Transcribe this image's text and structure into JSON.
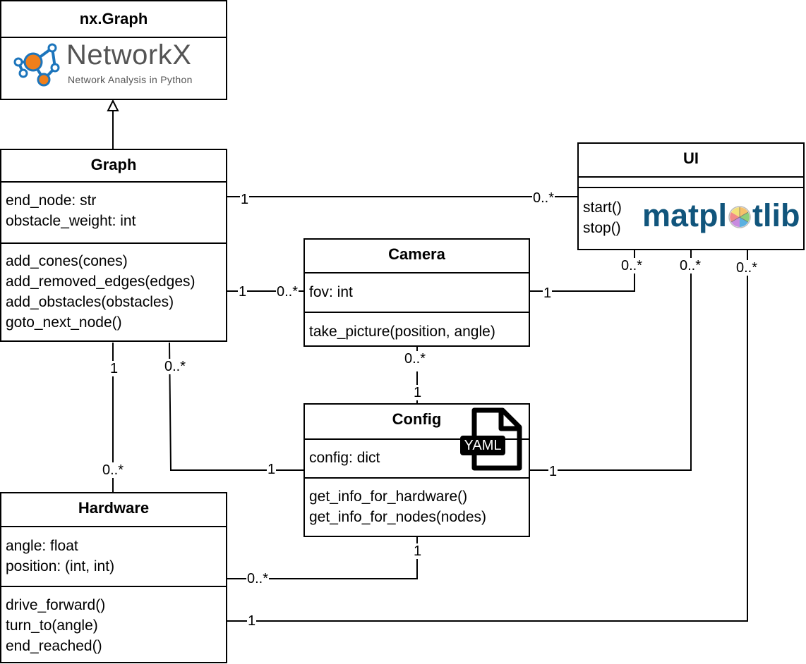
{
  "classes": {
    "nxgraph": {
      "name": "nx.Graph",
      "logo": {
        "text": "NetworkX",
        "subtitle": "Network Analysis in Python",
        "icon": "networkx-node-icon",
        "text_color": "#545454",
        "accent": "#f07f1b",
        "node_color": "#1c75bc"
      }
    },
    "graph": {
      "name": "Graph",
      "attributes": [
        "end_node: str",
        "obstacle_weight: int"
      ],
      "methods": [
        "add_cones(cones)",
        "add_removed_edges(edges)",
        "add_obstacles(obstacles)",
        "goto_next_node()"
      ]
    },
    "ui": {
      "name": "UI",
      "methods": [
        "start()",
        "stop()"
      ],
      "logo": {
        "text_left": "matpl",
        "text_right": "tlib",
        "icon": "matplotlib-wheel-icon",
        "color": "#11557c"
      }
    },
    "camera": {
      "name": "Camera",
      "attributes": [
        "fov: int"
      ],
      "methods": [
        "take_picture(position, angle)"
      ]
    },
    "config": {
      "name": "Config",
      "attributes": [
        "config: dict"
      ],
      "methods": [
        "get_info_for_hardware()",
        "get_info_for_nodes(nodes)"
      ],
      "icon": {
        "name": "yaml-file-icon",
        "label": "YAML"
      }
    },
    "hardware": {
      "name": "Hardware",
      "attributes": [
        "angle: float",
        "position: (int, int)"
      ],
      "methods": [
        "drive_forward()",
        "turn_to(angle)",
        "end_reached()"
      ]
    }
  },
  "associations": [
    {
      "from": "Graph",
      "to": "nx.Graph",
      "type": "inheritance"
    },
    {
      "from": "Graph",
      "to": "UI",
      "from_mult": "1",
      "to_mult": "0..*"
    },
    {
      "from": "Graph",
      "to": "Camera",
      "from_mult": "1",
      "to_mult": "0..*"
    },
    {
      "from": "Camera",
      "to": "UI",
      "from_mult": "1",
      "to_mult": "0..*"
    },
    {
      "from": "Camera",
      "to": "Config",
      "from_mult": "0..*",
      "to_mult": "1"
    },
    {
      "from": "Graph",
      "to": "Config",
      "from_mult": "0..*",
      "to_mult": "1"
    },
    {
      "from": "Graph",
      "to": "Hardware",
      "from_mult": "1",
      "to_mult": "0..*"
    },
    {
      "from": "Config",
      "to": "UI",
      "from_mult": "1",
      "to_mult": "0..*"
    },
    {
      "from": "Hardware",
      "to": "Config",
      "from_mult": "0..*",
      "to_mult": "1"
    },
    {
      "from": "Hardware",
      "to": "UI",
      "from_mult": "1",
      "to_mult": "0..*"
    }
  ],
  "colors": {
    "line": "#000000",
    "background": "#ffffff"
  }
}
